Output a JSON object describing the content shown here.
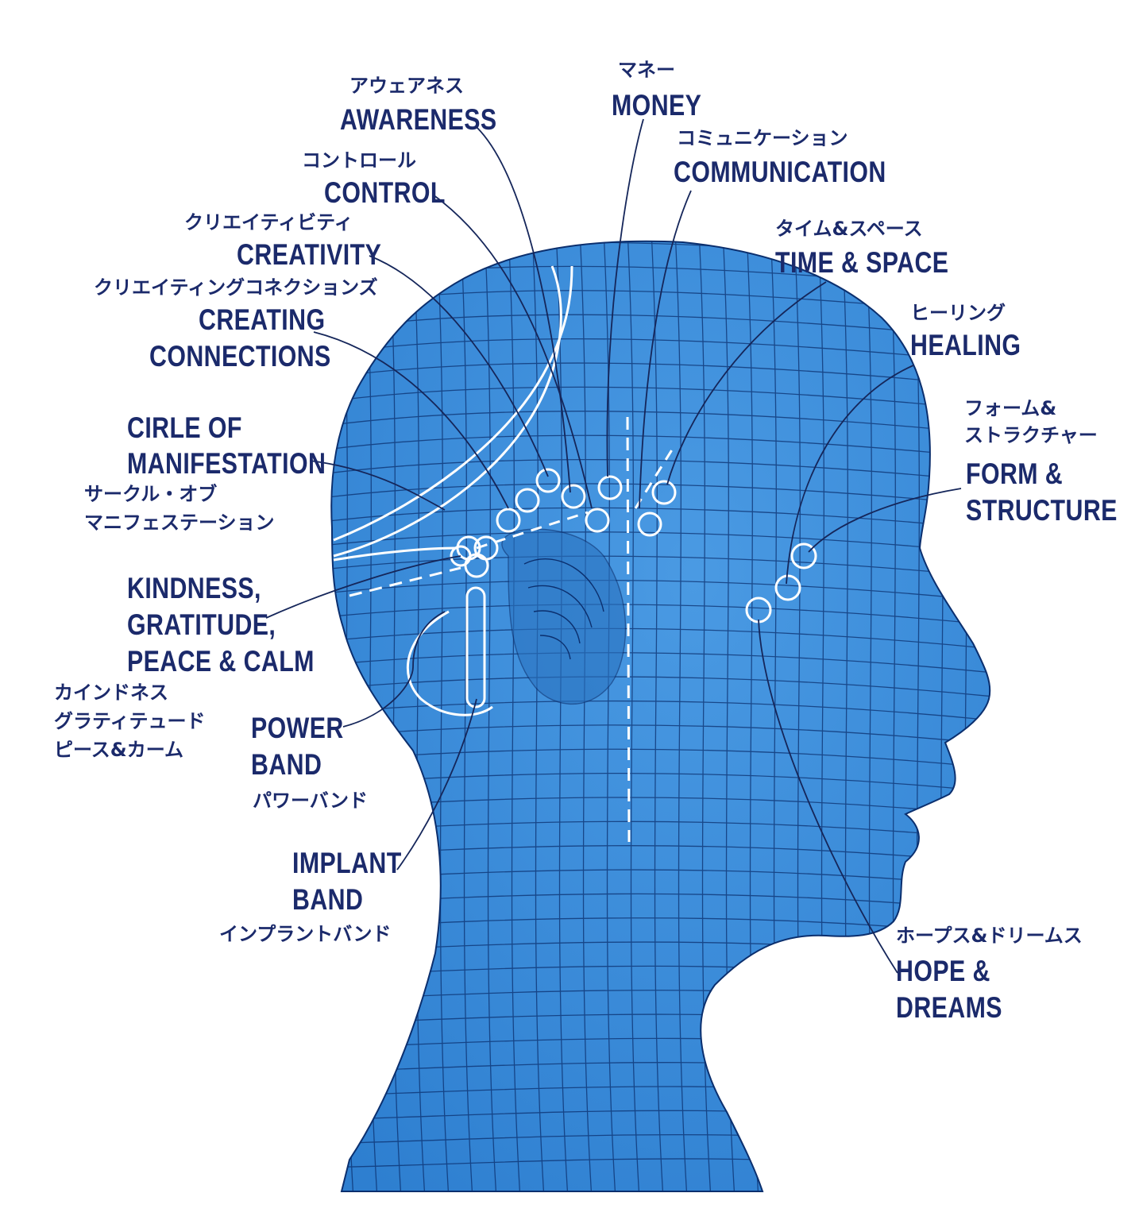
{
  "colors": {
    "head_fill": "#2e7fd0",
    "head_fill_light": "#4a9ae3",
    "mesh": "#0b2f6e",
    "label": "#1b2a6b",
    "leader": "#15265a",
    "overlay": "#ffffff"
  },
  "labels": {
    "awareness": {
      "jp": "アウェアネス",
      "en": "AWARENESS"
    },
    "money": {
      "jp": "マネー",
      "en": "MONEY"
    },
    "communication": {
      "jp": "コミュニケーション",
      "en": "COMMUNICATION"
    },
    "control": {
      "jp": "コントロール",
      "en": "CONTROL"
    },
    "creativity": {
      "jp": "クリエイティビティ",
      "en": "CREATIVITY"
    },
    "time_space": {
      "jp": "タイム&スペース",
      "en": "TIME & SPACE"
    },
    "creating_connections": {
      "jp": "クリエイティングコネクションズ",
      "en1": "CREATING",
      "en2": "CONNECTIONS"
    },
    "healing": {
      "jp": "ヒーリング",
      "en": "HEALING"
    },
    "form_structure": {
      "jp1": "フォーム&",
      "jp2": "ストラクチャー",
      "en1": "FORM &",
      "en2": "STRUCTURE"
    },
    "circle": {
      "en1": "CIRLE OF",
      "en2": "MANIFESTATION",
      "jp1": "サークル・オブ",
      "jp2": "マニフェステーション"
    },
    "kindness": {
      "en1": "KINDNESS,",
      "en2": "GRATITUDE,",
      "en3": "PEACE & CALM",
      "jp1": "カインドネス",
      "jp2": "グラティテュード",
      "jp3": "ピース&カーム"
    },
    "power_band": {
      "en1": "POWER",
      "en2": "BAND",
      "jp": "パワーバンド"
    },
    "implant_band": {
      "en1": "IMPLANT",
      "en2": "BAND",
      "jp": "インプラントバンド"
    },
    "hope_dreams": {
      "jp": "ホープス&ドリームス",
      "en1": "HOPE &",
      "en2": "DREAMS"
    }
  }
}
